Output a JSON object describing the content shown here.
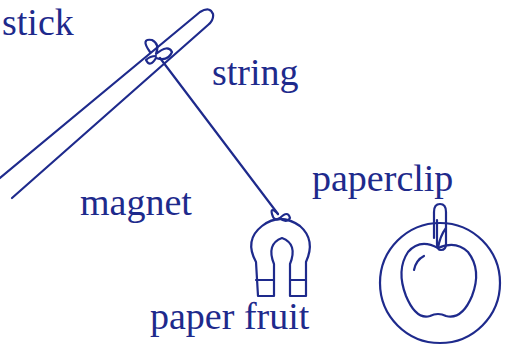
{
  "diagram": {
    "labels": [
      "stick",
      "string",
      "magnet",
      "paperclip",
      "paper fruit"
    ]
  }
}
